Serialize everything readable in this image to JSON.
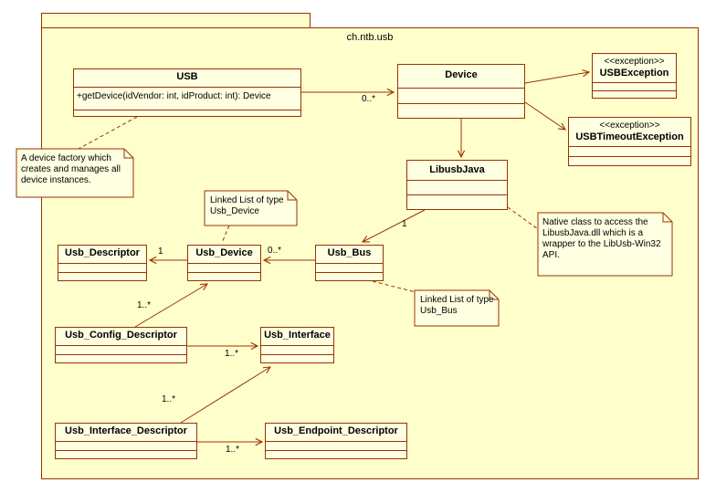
{
  "package": {
    "name": "ch.ntb.usb"
  },
  "classes": {
    "usb": {
      "name": "USB",
      "operation": "+getDevice(idVendor: int, idProduct: int): Device"
    },
    "device": {
      "name": "Device"
    },
    "usb_exception": {
      "stereotype": "<<exception>>",
      "name": "USBException"
    },
    "usb_timeout_exception": {
      "stereotype": "<<exception>>",
      "name": "USBTimeoutException"
    },
    "libusb_java": {
      "name": "LibusbJava"
    },
    "usb_descriptor": {
      "name": "Usb_Descriptor"
    },
    "usb_device": {
      "name": "Usb_Device"
    },
    "usb_bus": {
      "name": "Usb_Bus"
    },
    "usb_config_descriptor": {
      "name": "Usb_Config_Descriptor"
    },
    "usb_interface": {
      "name": "Usb_Interface"
    },
    "usb_interface_descriptor": {
      "name": "Usb_Interface_Descriptor"
    },
    "usb_endpoint_descriptor": {
      "name": "Usb_Endpoint_Descriptor"
    }
  },
  "notes": {
    "device_factory": {
      "text": "A device factory which creates and manages all device instances."
    },
    "linked_list_usb_device": {
      "text": "Linked List of type Usb_Device"
    },
    "native_class": {
      "text": "Native class to access the LibusbJava.dll which is a wrapper to the LibUsb-Win32 API."
    },
    "linked_list_usb_bus": {
      "text": "Linked List of type Usb_Bus"
    }
  },
  "multiplicities": {
    "usb_to_device": "0..*",
    "libusbjava_to_bus": "1",
    "bus_to_device": "0..*",
    "device_to_descriptor": "1",
    "device_to_config": "1..*",
    "config_to_interface": "1..*",
    "interface_to_interface_descriptor": "1..*",
    "interface_descriptor_to_endpoint": "1..*"
  },
  "colors": {
    "line": "#993300",
    "package_fill": "#ffffcc",
    "node_fill": "#ffffe1"
  }
}
